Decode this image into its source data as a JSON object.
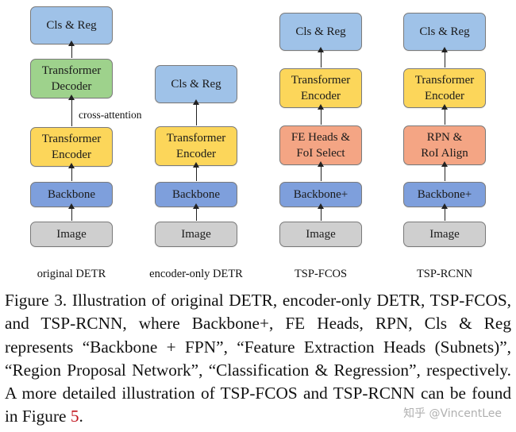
{
  "colors": {
    "blue": "#9fc2e8",
    "green": "#9ed28c",
    "yellow": "#fcd65a",
    "orange": "#f4a584",
    "indigo": "#7e9fdc",
    "gray": "#cfcfcf",
    "reference_link": "#c0121b"
  },
  "columns": [
    {
      "caption": "original DETR",
      "boxes": [
        "Cls & Reg",
        "Transformer\nDecoder",
        "Transformer\nEncoder",
        "Backbone",
        "Image"
      ],
      "annotation": "cross-attention"
    },
    {
      "caption": "encoder-only DETR",
      "boxes": [
        "Cls & Reg",
        "Transformer\nEncoder",
        "Backbone",
        "Image"
      ]
    },
    {
      "caption": "TSP-FCOS",
      "boxes": [
        "Cls & Reg",
        "Transformer\nEncoder",
        "FE Heads &\nFoI Select",
        "Backbone+",
        "Image"
      ]
    },
    {
      "caption": "TSP-RCNN",
      "boxes": [
        "Cls & Reg",
        "Transformer\nEncoder",
        "RPN &\nRoI Align",
        "Backbone+",
        "Image"
      ]
    }
  ],
  "caption": {
    "text": "Figure 3. Illustration of original DETR, encoder-only DETR, TSP-FCOS, and TSP-RCNN, where Backbone+, FE Heads, RPN, Cls & Reg represents “Backbone + FPN”, “Feature Extraction Heads (Subnets)”, “Region Proposal Network”, “Classification & Regression”, respectively.  A more detailed illustration of TSP-FCOS and TSP-RCNN can be found in Figure ",
    "ref": "5",
    "end": "."
  },
  "watermark": "知乎 @VincentLee"
}
